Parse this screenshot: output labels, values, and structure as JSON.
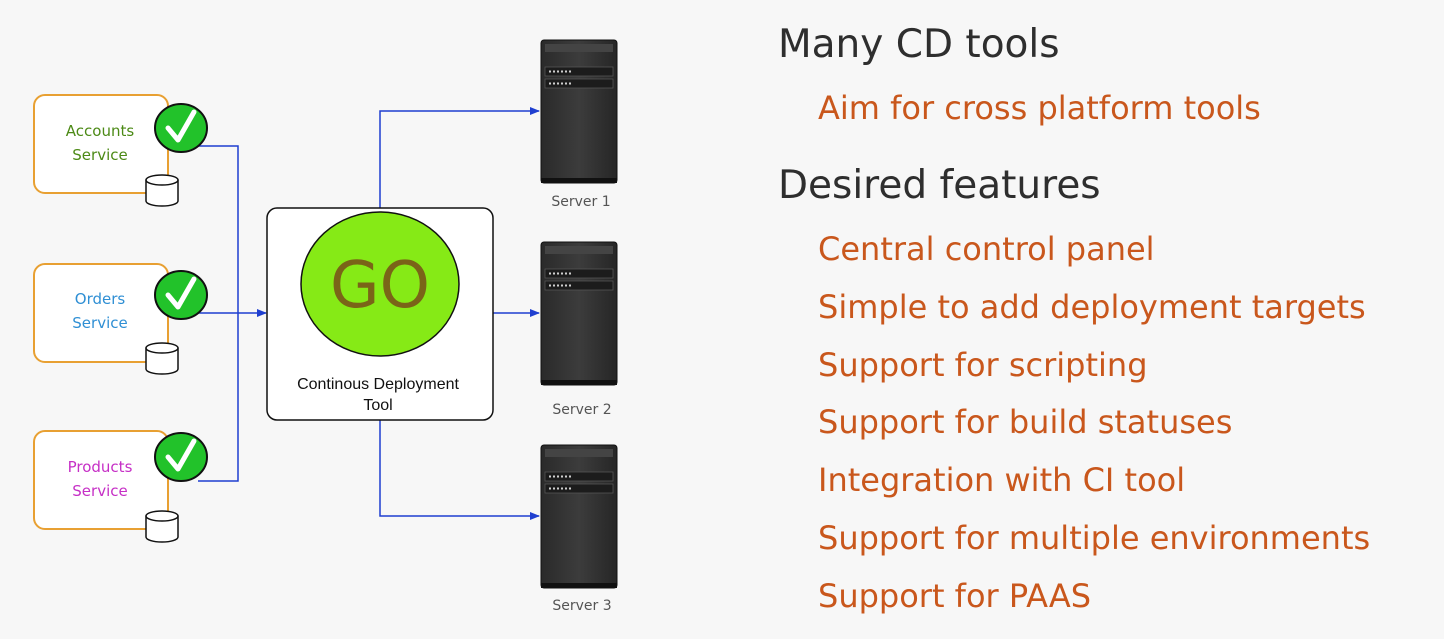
{
  "services": [
    {
      "line1": "Accounts",
      "line2": "Service",
      "color": "#4c8a16"
    },
    {
      "line1": "Orders",
      "line2": "Service",
      "color": "#2f8fd4"
    },
    {
      "line1": "Products",
      "line2": "Service",
      "color": "#c62fc6"
    }
  ],
  "cd_tool": {
    "logo_text": "GO",
    "line1": "Continous Deployment",
    "line2": "Tool"
  },
  "servers": [
    "Server 1",
    "Server 2",
    "Server 3"
  ],
  "bullets": {
    "heading1": "Many CD tools",
    "sub1": [
      "Aim for cross platform tools"
    ],
    "heading2": "Desired features",
    "sub2": [
      "Central control panel",
      "Simple to add deployment targets",
      "Support for scripting",
      "Support for build statuses",
      "Integration with CI tool",
      "Support for multiple environments",
      "Support for PAAS"
    ]
  },
  "colors": {
    "service_border": "#e8a032",
    "arrow": "#1f3fd0",
    "check_fill": "#22c22a",
    "go_fill": "#86ea16",
    "heading": "#2e2e2e",
    "subitem": "#c9571c"
  },
  "icons": [
    "checkmark-icon",
    "database-icon",
    "server-tower-icon"
  ]
}
